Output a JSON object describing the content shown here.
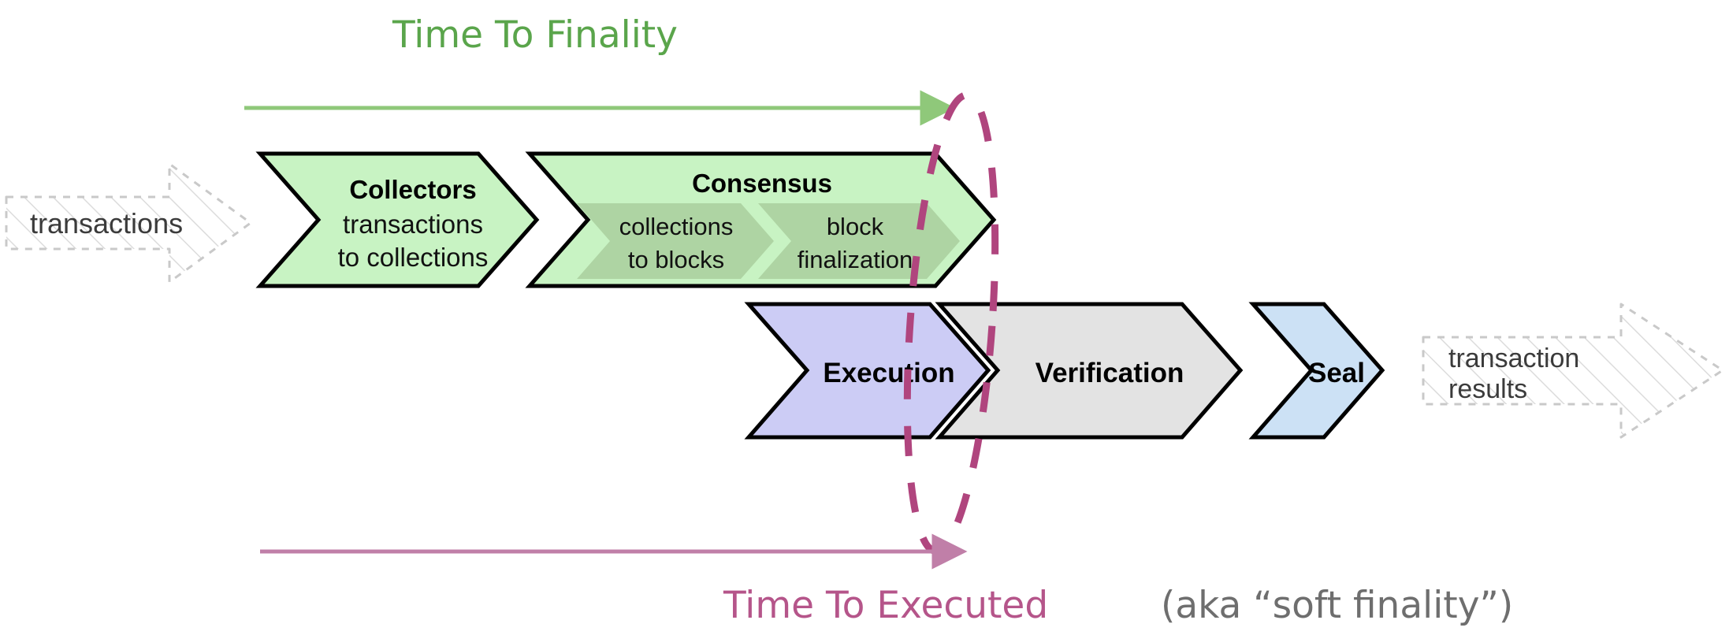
{
  "diagram": {
    "title": "Flow transaction lifecycle pipeline",
    "colors": {
      "green_title": "#5aa54b",
      "green_arrow_line": "#8fc87a",
      "green_fill": "#c8f3c3",
      "green_inner_fill": "#aed4a3",
      "magenta": "#b5558a",
      "magenta_ellipse": "#b0457e",
      "magenta_arrow_line": "#c07fa8",
      "execution_fill": "#ccccf5",
      "verification_fill": "#e3e3e3",
      "seal_fill": "#cce1f5",
      "ghost_stroke": "#c9c9c9",
      "ghost_text": "#3b3b3b",
      "outline": "#000000",
      "caption_grey": "#6e6e6e"
    },
    "top_metric": {
      "label": "Time To Finality",
      "arrow_name": "time-to-finality-arrow"
    },
    "bottom_metric": {
      "label_primary": "Time To Executed",
      "label_secondary": "(aka “soft finality”)",
      "arrow_name": "time-to-executed-arrow"
    },
    "inputs": {
      "left": "transactions",
      "right_line1": "transaction",
      "right_line2": "results"
    },
    "stages": {
      "collectors": {
        "title": "Collectors",
        "sub_line1": "transactions",
        "sub_line2": "to collections"
      },
      "consensus": {
        "title": "Consensus",
        "inner": [
          {
            "line1": "collections",
            "line2": "to blocks"
          },
          {
            "line1": "block",
            "line2": "finalization"
          }
        ]
      },
      "execution": {
        "title": "Execution"
      },
      "verification": {
        "title": "Verification"
      },
      "seal": {
        "title": "Seal"
      }
    },
    "marker": {
      "name": "finality-boundary-ellipse"
    }
  }
}
